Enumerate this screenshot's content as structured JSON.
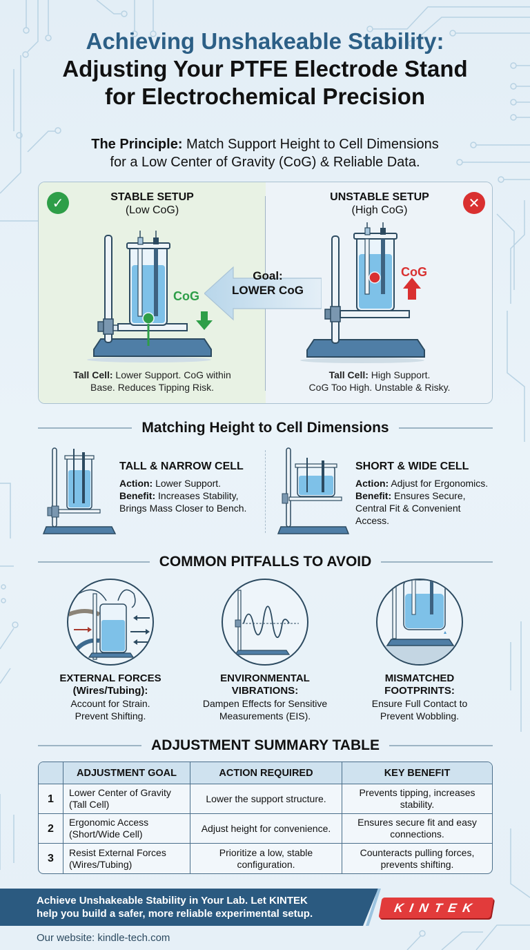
{
  "title": {
    "line1": "Achieving Unshakeable Stability:",
    "line2": "Adjusting Your PTFE Electrode Stand",
    "line3": "for Electrochemical Precision"
  },
  "principle": {
    "label": "The Principle:",
    "text_line1": " Match Support Height to Cell Dimensions",
    "text_line2": "for a Low Center of Gravity (CoG) & Reliable Data."
  },
  "comparison": {
    "stable": {
      "heading": "STABLE SETUP",
      "subheading": "(Low CoG)",
      "badge_icon": "check-icon",
      "cog_label": "CoG",
      "caption_bold": "Tall Cell:",
      "caption_line1": " Lower Support. CoG within",
      "caption_line2": "Base. Reduces Tipping Risk.",
      "color": "#2e9e48"
    },
    "unstable": {
      "heading": "UNSTABLE SETUP",
      "subheading": "(High CoG)",
      "badge_icon": "x-icon",
      "cog_label": "CoG",
      "caption_bold": "Tall Cell:",
      "caption_line1": " High Support.",
      "caption_line2": "CoG Too High. Unstable & Risky.",
      "color": "#d93030"
    },
    "goal": {
      "line1": "Goal:",
      "line2": "LOWER CoG"
    }
  },
  "matching": {
    "heading": "Matching Height to Cell Dimensions",
    "cells": [
      {
        "title": "TALL & NARROW CELL",
        "action_label": "Action:",
        "action": " Lower Support.",
        "benefit_label": "Benefit:",
        "benefit_line1": " Increases Stability,",
        "benefit_line2": "Brings Mass Closer to Bench."
      },
      {
        "title": "SHORT & WIDE CELL",
        "action_label": "Action:",
        "action": " Adjust for Ergonomics.",
        "benefit_label": "Benefit:",
        "benefit_line1": " Ensures Secure,",
        "benefit_line2": "Central Fit & Convenient",
        "benefit_line3": "Access."
      }
    ]
  },
  "pitfalls": {
    "heading": "COMMON PITFALLS TO AVOID",
    "items": [
      {
        "title_line1": "EXTERNAL FORCES",
        "title_line2": "(Wires/Tubing):",
        "desc_line1": "Account for Strain.",
        "desc_line2": "Prevent Shifting.",
        "icon": "wires-tubing-icon"
      },
      {
        "title_line1": "ENVIRONMENTAL",
        "title_line2": "VIBRATIONS:",
        "desc_line1": "Dampen Effects for Sensitive",
        "desc_line2": "Measurements (EIS).",
        "icon": "vibration-wave-icon"
      },
      {
        "title_line1": "MISMATCHED",
        "title_line2": "FOOTPRINTS:",
        "desc_line1": "Ensure Full Contact to",
        "desc_line2": "Prevent Wobbling.",
        "icon": "footprint-contact-icon"
      }
    ]
  },
  "summary": {
    "heading": "ADJUSTMENT SUMMARY TABLE",
    "columns": [
      "",
      "ADJUSTMENT GOAL",
      "ACTION REQUIRED",
      "KEY BENEFIT"
    ],
    "rows": [
      {
        "num": "1",
        "goal": "Lower Center of Gravity (Tall Cell)",
        "action": "Lower the support structure.",
        "benefit": "Prevents tipping, increases stability."
      },
      {
        "num": "2",
        "goal": "Ergonomic Access (Short/Wide Cell)",
        "action": "Adjust height for convenience.",
        "benefit": "Ensures secure fit and easy connections."
      },
      {
        "num": "3",
        "goal": "Resist External Forces (Wires/Tubing)",
        "action": "Prioritize a low, stable configuration.",
        "benefit": "Counteracts pulling forces, prevents shifting."
      }
    ]
  },
  "footer": {
    "cta_line1": "Achieve Unshakeable Stability in Your Lab. Let KINTEK",
    "cta_line2": "help you build a safer, more reliable experimental setup.",
    "logo": "KINTEK",
    "website": "Our website: kindle-tech.com"
  }
}
